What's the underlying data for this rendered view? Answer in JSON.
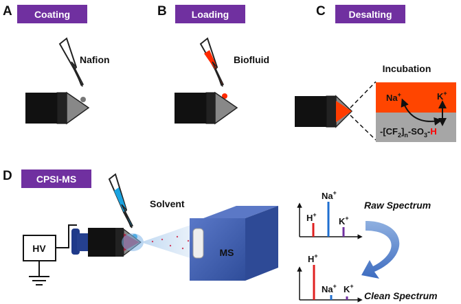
{
  "panels": {
    "A": {
      "letter": "A",
      "title": "Coating",
      "reagent": "Nafion"
    },
    "B": {
      "letter": "B",
      "title": "Loading",
      "reagent": "Biofluid"
    },
    "C": {
      "letter": "C",
      "title": "Desalting",
      "step": "Incubation",
      "cation_1": "Na",
      "cation_2": "K",
      "charge": "+",
      "polymer_prefix": "-[CF",
      "polymer_sub_2": "2",
      "polymer_mid": "]",
      "polymer_sub_n": "n",
      "polymer_so3": "-SO",
      "polymer_sub_3": "3",
      "polymer_dash": "-",
      "polymer_h": "H"
    },
    "D": {
      "letter": "D",
      "title": "CPSI-MS",
      "solvent": "Solvent",
      "hv": "HV",
      "ms": "MS",
      "raw_label": "Raw Spectrum",
      "clean_label": "Clean Spectrum",
      "ion_h": "H",
      "ion_na": "Na",
      "ion_k": "K",
      "charge": "+"
    }
  },
  "colors": {
    "banner": "#7030a0",
    "biofluid_red": "#ff2a00",
    "solvent_blue": "#1aa3e0",
    "ms_blue": "#3f5fb0",
    "arrow_blue": "#4472c4",
    "h_peak": "#e02020",
    "na_peak": "#1f6fd0",
    "k_peak": "#7030a0"
  }
}
